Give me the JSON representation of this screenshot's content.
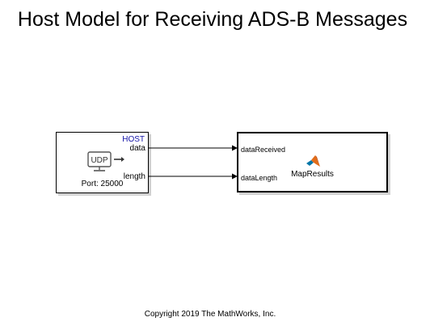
{
  "title": "Host Model for Receiving ADS-B Messages",
  "udp_block": {
    "host_label": "HOST",
    "outputs": [
      "data",
      "length"
    ],
    "port_label": "Port: 25000",
    "icon_text": "UDP",
    "icon": "udp-monitor-icon"
  },
  "map_block": {
    "inputs": [
      "dataReceived",
      "dataLength"
    ],
    "name": "MapResults",
    "icon": "matlab-logo-icon"
  },
  "copyright": "Copyright 2019 The MathWorks, Inc.",
  "colors": {
    "host_label": "#1515a8",
    "matlab_orange": "#e16d1a",
    "matlab_blue": "#0076a8"
  }
}
